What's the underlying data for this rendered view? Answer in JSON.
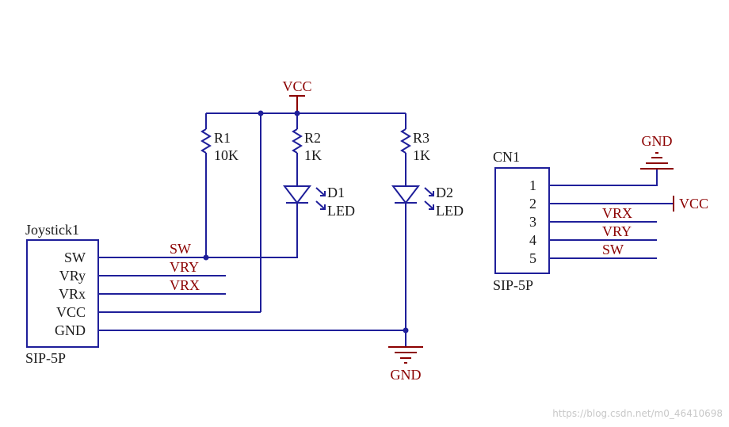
{
  "joystick": {
    "designator": "Joystick1",
    "footprint": "SIP-5P",
    "pins": [
      "SW",
      "VRy",
      "VRx",
      "VCC",
      "GND"
    ]
  },
  "connector": {
    "designator": "CN1",
    "footprint": "SIP-5P",
    "pins": [
      "1",
      "2",
      "3",
      "4",
      "5"
    ]
  },
  "resistors": [
    {
      "ref": "R1",
      "value": "10K"
    },
    {
      "ref": "R2",
      "value": "1K"
    },
    {
      "ref": "R3",
      "value": "1K"
    }
  ],
  "leds": [
    {
      "ref": "D1",
      "value": "LED"
    },
    {
      "ref": "D2",
      "value": "LED"
    }
  ],
  "power": {
    "vcc": "VCC",
    "gnd": "GND"
  },
  "net_labels": {
    "left": [
      "SW",
      "VRY",
      "VRX"
    ],
    "right": [
      "VRX",
      "VRY",
      "SW"
    ]
  },
  "watermark": "https://blog.csdn.net/m0_46410698"
}
